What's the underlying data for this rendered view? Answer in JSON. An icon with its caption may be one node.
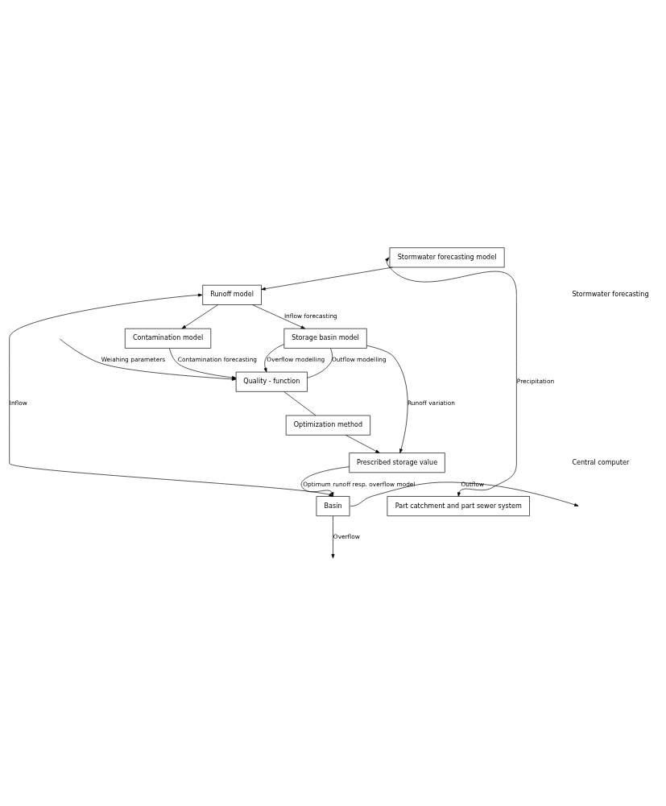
{
  "diagram": {
    "nodes": [
      {
        "text": [
          "Stormwater forecasting model"
        ]
      },
      {
        "text": [
          "Runoff model"
        ]
      },
      {
        "text": [
          "Contamination model"
        ]
      },
      {
        "text": [
          "Storage basin model"
        ]
      },
      {
        "text": [
          "Quality - function"
        ]
      },
      {
        "text": [
          "Optimization method"
        ]
      },
      {
        "text": [
          "Prescribed storage value"
        ]
      },
      {
        "text": [
          "Part catchment and part sewer system"
        ]
      },
      {
        "text": [
          "Basin"
        ]
      }
    ],
    "edges": [
      {
        "from": 0,
        "to": 1,
        "arrow": "to"
      },
      {
        "from": 1,
        "to": 2,
        "arrow": "to"
      },
      {
        "from": 1,
        "to": 3,
        "arrow": "to",
        "label": "Inflow forecasting"
      },
      {
        "from": 2,
        "to": 4,
        "arrow": "to",
        "label": "Contamination forecasting"
      },
      {
        "from": 3,
        "to": 4,
        "arrow": "to",
        "label": "Overflow modelling"
      },
      {
        "from": 3,
        "to": 4,
        "arrow": "none",
        "label": "Outflow modelling"
      },
      {
        "from": 3,
        "to": 6,
        "arrow": "to",
        "label": "Runoff variation"
      },
      {
        "from": null,
        "to": 4,
        "arrow": "to",
        "label": "Weiahing parameters"
      },
      {
        "from": 4,
        "to": 5,
        "arrow": "none"
      },
      {
        "from": 5,
        "to": 6,
        "arrow": "to"
      },
      {
        "from": 6,
        "to": 8,
        "arrow": "to",
        "label": "Optimum runoff resp. overflow model"
      },
      {
        "from": 0,
        "to": 7,
        "arrow": "both",
        "label": "Precipitation"
      },
      {
        "from": 1,
        "to": 8,
        "arrow": "both",
        "label": "Inflow"
      },
      {
        "from": 8,
        "to": null,
        "arrow": "to",
        "label": "Outflow"
      },
      {
        "from": 8,
        "to": null,
        "arrow": "to",
        "label": "Overflow"
      }
    ],
    "labels": [
      "Stormwater forecasting",
      "Central computer"
    ]
  }
}
